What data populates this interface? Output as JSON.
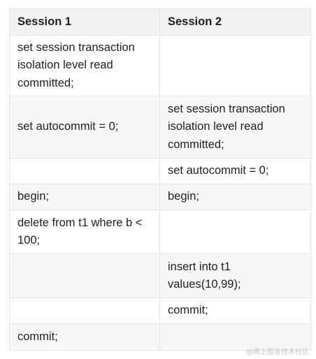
{
  "table": {
    "headers": [
      "Session 1",
      "Session 2"
    ],
    "rows": [
      [
        "set session transaction isolation level read committed;",
        ""
      ],
      [
        "set autocommit = 0;",
        "set session transaction isolation level read committed;"
      ],
      [
        "",
        "set autocommit = 0;"
      ],
      [
        "begin;",
        "begin;"
      ],
      [
        "delete from t1 where b < 100;",
        ""
      ],
      [
        "",
        "insert into t1 values(10,99);"
      ],
      [
        "",
        "commit;"
      ],
      [
        "commit;",
        ""
      ]
    ]
  },
  "watermark": "@稀土掘金技术社区"
}
